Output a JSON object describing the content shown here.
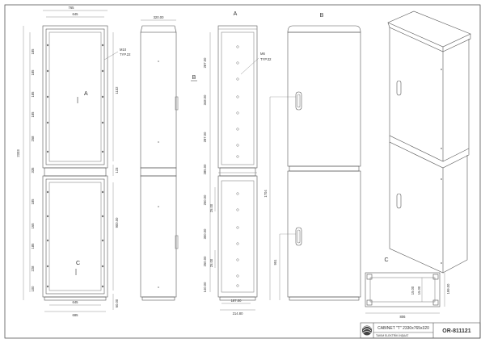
{
  "views": {
    "front": {
      "dim_width_top": "765",
      "dim_width_inner": "645",
      "dim_total_height": "2333",
      "dim_upper_body": "1132",
      "dim_gap": "123",
      "dim_lower_body": "900.00",
      "dim_plinth": "60.00",
      "dim_bottom_inner": "645",
      "dim_bottom_outer": "685",
      "left_pitch_labels": [
        "185",
        "185",
        "185",
        "185",
        "258",
        "335",
        "185",
        "165",
        "185",
        "228",
        "100"
      ],
      "bolt_note_1": "M10",
      "bolt_note_2": "TYP.22",
      "section_label_a": "A",
      "section_label_c": "C"
    },
    "side": {
      "dim_depth": "320.00",
      "section_label_b": "B"
    },
    "section_a": {
      "title": "A",
      "bolt_note_1": "M6",
      "bolt_note_2": "TYP.32",
      "dims": [
        "287.00",
        "348.00",
        "287.00",
        "285.00",
        "250.00",
        "25.00",
        "300.00",
        "250.00",
        "25.00",
        "140.00"
      ],
      "dim_bottom_1": "187.00",
      "dim_bottom_2": "214.80"
    },
    "view_b": {
      "title": "B",
      "dim_handle_upper": "1704",
      "dim_handle_lower": "951"
    },
    "view_c": {
      "title": "C",
      "dim_width": "806",
      "dim_h1": "15.00",
      "dim_h2": "199.00",
      "dim_h3": "15.00"
    }
  },
  "title_block": {
    "title": "CABINET \"T\" 2330x765x320",
    "company": "TAKIM ELEKTRİK İNŞAAT",
    "part_no": "OR-811121"
  }
}
